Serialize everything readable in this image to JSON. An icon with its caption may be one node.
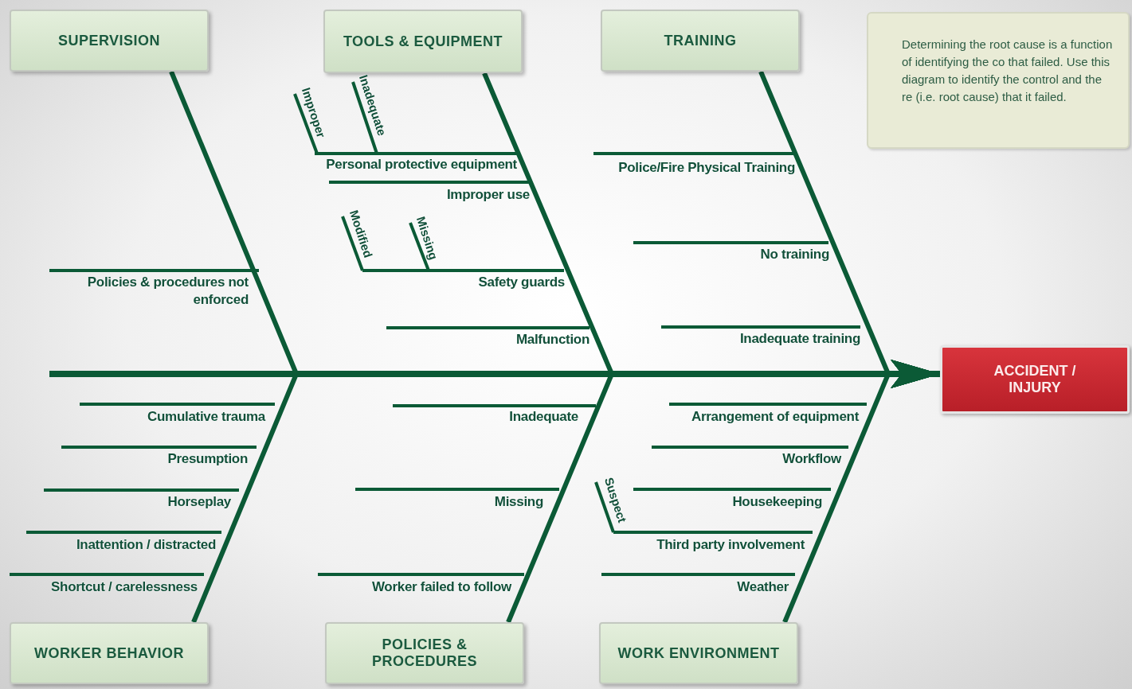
{
  "diagram": {
    "nodes": [
      {
        "text": [
          "SUPERVISION"
        ]
      },
      {
        "text": [
          "TOOLS & EQUIPMENT"
        ]
      },
      {
        "text": [
          "TRAINING"
        ]
      },
      {
        "text": [
          "Determining the root cause is a function of identifying the co that failed. Use this diagram to identify the control and the re (i.e. root cause) that it failed."
        ]
      },
      {
        "text": [
          "WORKER BEHAVIOR"
        ]
      },
      {
        "text": [
          "POLICIES & PROCEDURES"
        ]
      },
      {
        "text": [
          "WORK ENVIRONMENT"
        ]
      },
      {
        "text": [
          "ACCIDENT / INJURY"
        ]
      }
    ],
    "edges": [
      {
        "from": 0,
        "to": 7,
        "arrow": "to"
      },
      {
        "from": 1,
        "to": 7,
        "arrow": "to"
      },
      {
        "from": 2,
        "to": 7,
        "arrow": "to"
      },
      {
        "from": 4,
        "to": 7,
        "arrow": "to"
      },
      {
        "from": 5,
        "to": 7,
        "arrow": "to"
      },
      {
        "from": 6,
        "to": 7,
        "arrow": "to"
      },
      {
        "from": null,
        "to": 7,
        "arrow": "to"
      }
    ],
    "labels": [
      "Improper",
      "Inadequate",
      "Personal protective equipment",
      "Police/Fire Physical Training",
      "Improper use",
      "Modified",
      "Missing",
      "No training",
      "Policies & procedures not enforced",
      "Safety guards",
      "Malfunction",
      "Inadequate training",
      "Cumulative trauma",
      "Inadequate",
      "Arrangement of equipment",
      "Presumption",
      "Workflow",
      "Horseplay",
      "Missing",
      "Housekeeping",
      "Suspect",
      "Inattention / distracted",
      "Third party involvement",
      "Shortcut / carelessness",
      "Worker failed to follow",
      "Weather"
    ]
  }
}
